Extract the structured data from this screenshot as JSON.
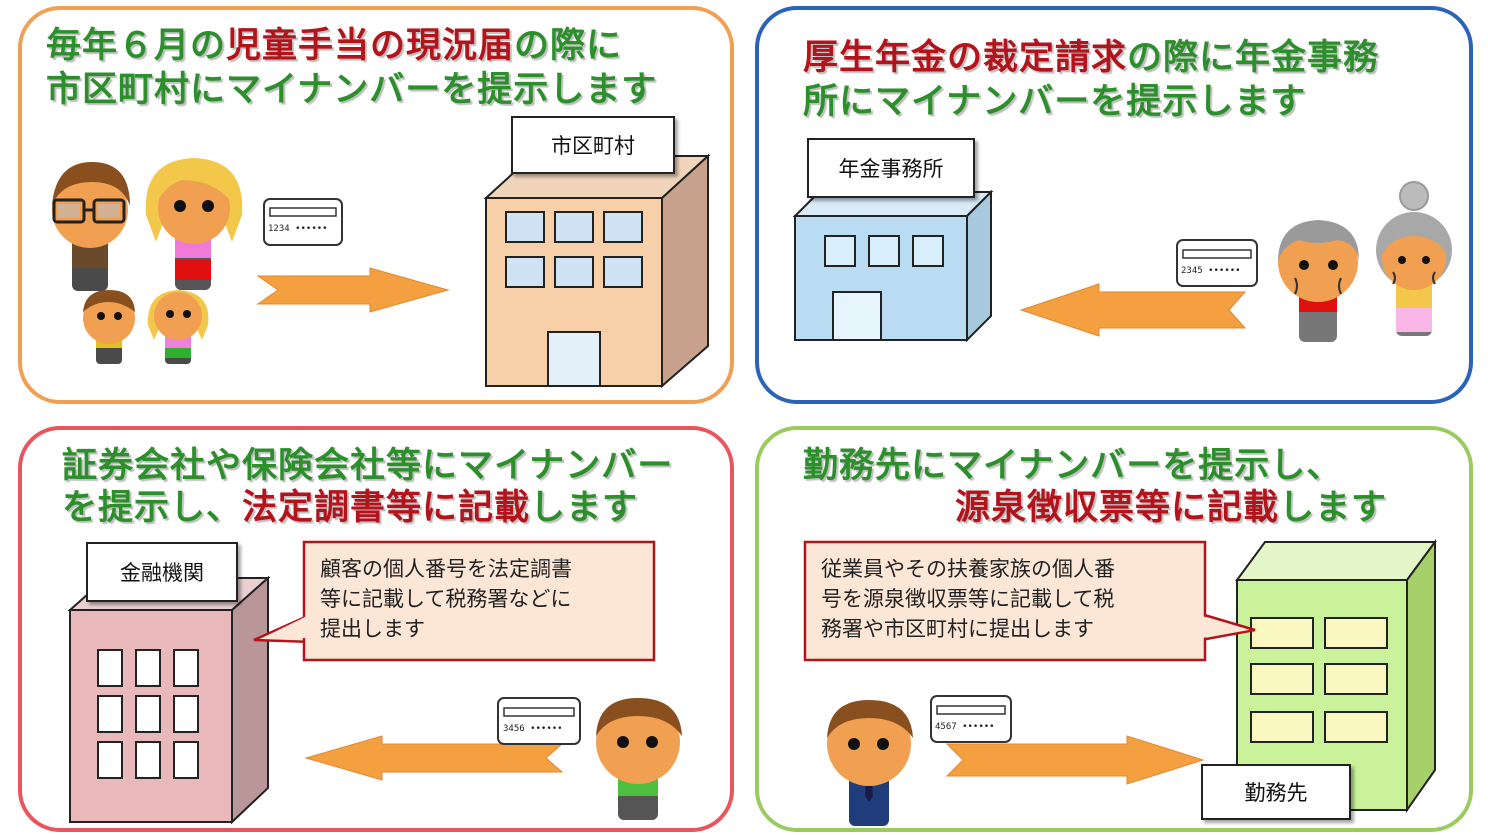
{
  "panels": {
    "municipal": {
      "title_line1": [
        "毎年６月の",
        "児童手当の現況届",
        "の際に"
      ],
      "title_line2": "市区町村にマイナンバーを提示します",
      "building_label": "市区町村",
      "card_number": "1234 ••••••"
    },
    "pension": {
      "title_line1": [
        "厚生年金の裁定請求",
        "の際に年金事務"
      ],
      "title_line2": "所にマイナンバーを提示します",
      "building_label": "年金事務所",
      "card_number": "2345 ••••••"
    },
    "securities": {
      "title_line1": "証券会社や保険会社等にマイナンバー",
      "title_line2": [
        "を提示し、",
        "法定調書等に記載",
        "します"
      ],
      "building_label": "金融機関",
      "callout_lines": [
        "顧客の個人番号を法定調書",
        "等に記載して税務署などに",
        "提出します"
      ],
      "card_number": "3456 ••••••"
    },
    "employer": {
      "title_line1": "勤務先にマイナンバーを提示し、",
      "title_line2": [
        "源泉徴収票等に記載",
        "します"
      ],
      "building_label": "勤務先",
      "callout_lines": [
        "従業員やその扶養家族の個人番",
        "号を源泉徴収票等に記載して税",
        "務署や市区町村に提出します"
      ],
      "card_number": "4567 ••••••"
    }
  },
  "colors": {
    "orange_border": "#f0a055",
    "blue_border": "#2a63b8",
    "red_border": "#e8555c",
    "green_border": "#9acb5f",
    "title_green": "#2c8f2c",
    "title_red": "#b3131b",
    "arrow_orange": "#f5a040"
  }
}
